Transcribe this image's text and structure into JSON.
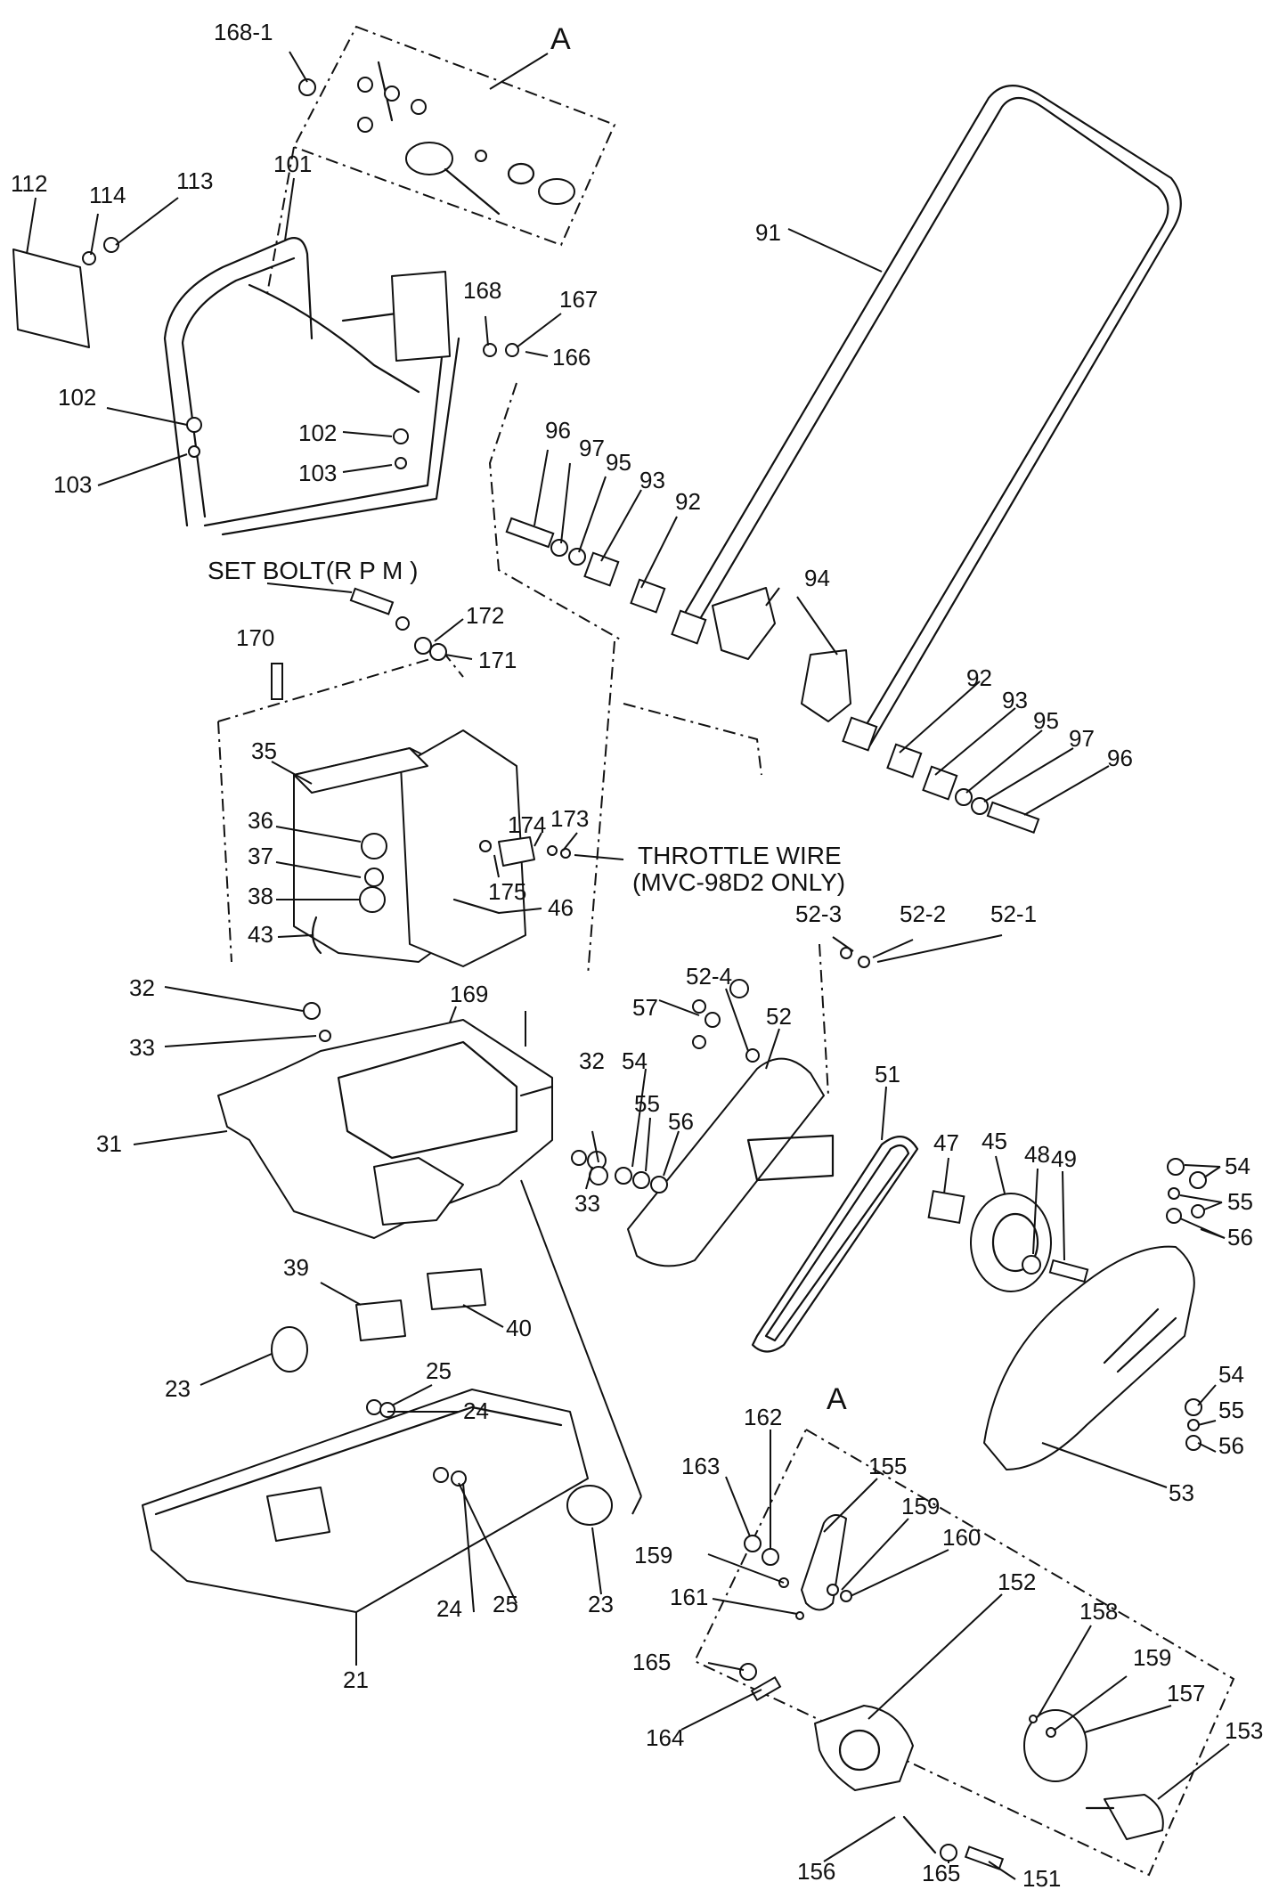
{
  "figure": {
    "section_labels": [
      "A",
      "A"
    ],
    "notes": {
      "set_bolt": "SET BOLT(R P M )",
      "throttle_line1": "THROTTLE WIRE",
      "throttle_line2": "(MVC-98D2 ONLY)"
    },
    "part_labels": [
      "168-1",
      "112",
      "114",
      "113",
      "101",
      "168",
      "167",
      "166",
      "91",
      "102",
      "103",
      "102",
      "103",
      "96",
      "97",
      "95",
      "93",
      "92",
      "94",
      "172",
      "171",
      "170",
      "92",
      "93",
      "95",
      "97",
      "96",
      "35",
      "36",
      "37",
      "38",
      "43",
      "174",
      "173",
      "175",
      "46",
      "52-3",
      "52-2",
      "52-1",
      "52-4",
      "32",
      "169",
      "33",
      "57",
      "52",
      "32",
      "54",
      "55",
      "56",
      "51",
      "47",
      "45",
      "48",
      "49",
      "54",
      "55",
      "56",
      "31",
      "33",
      "39",
      "40",
      "23",
      "25",
      "24",
      "54",
      "55",
      "56",
      "53",
      "162",
      "155",
      "163",
      "159",
      "160",
      "159",
      "161",
      "152",
      "158",
      "159",
      "157",
      "165",
      "164",
      "153",
      "25",
      "24",
      "23",
      "21",
      "156",
      "165",
      "151"
    ]
  }
}
